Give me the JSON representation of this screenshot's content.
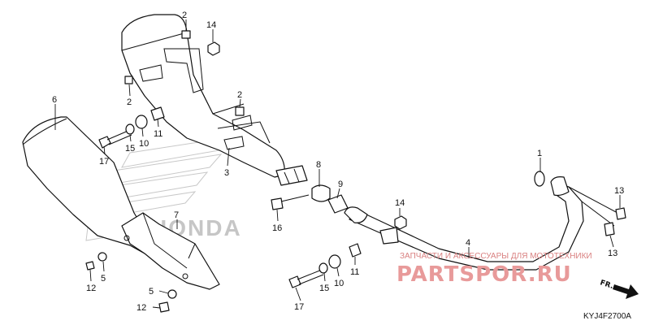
{
  "diagram": {
    "callouts": [
      {
        "id": "c2a",
        "label": "2"
      },
      {
        "id": "c14a",
        "label": "14"
      },
      {
        "id": "c2b",
        "label": "2"
      },
      {
        "id": "c2c",
        "label": "2"
      },
      {
        "id": "c6",
        "label": "6"
      },
      {
        "id": "c17a",
        "label": "17"
      },
      {
        "id": "c15a",
        "label": "15"
      },
      {
        "id": "c10a",
        "label": "10"
      },
      {
        "id": "c11a",
        "label": "11"
      },
      {
        "id": "c3",
        "label": "3"
      },
      {
        "id": "c7",
        "label": "7"
      },
      {
        "id": "c8",
        "label": "8"
      },
      {
        "id": "c9",
        "label": "9"
      },
      {
        "id": "c16",
        "label": "16"
      },
      {
        "id": "c14b",
        "label": "14"
      },
      {
        "id": "c1",
        "label": "1"
      },
      {
        "id": "c13a",
        "label": "13"
      },
      {
        "id": "c13b",
        "label": "13"
      },
      {
        "id": "c4",
        "label": "4"
      },
      {
        "id": "c12a",
        "label": "12"
      },
      {
        "id": "c5a",
        "label": "5"
      },
      {
        "id": "c5b",
        "label": "5"
      },
      {
        "id": "c12b",
        "label": "12"
      },
      {
        "id": "c11b",
        "label": "11"
      },
      {
        "id": "c15b",
        "label": "15"
      },
      {
        "id": "c10b",
        "label": "10"
      },
      {
        "id": "c17b",
        "label": "17"
      }
    ],
    "direction_label": "FR.",
    "diagram_code": "KYJ4F2700A",
    "watermark": {
      "caption": "ЗАПЧАСТИ И АКСЕССУАРЫ ДЛЯ МОТОТЕХНИКИ",
      "logo": "PARTSPOR.RU"
    },
    "background_logo": "HONDA"
  }
}
